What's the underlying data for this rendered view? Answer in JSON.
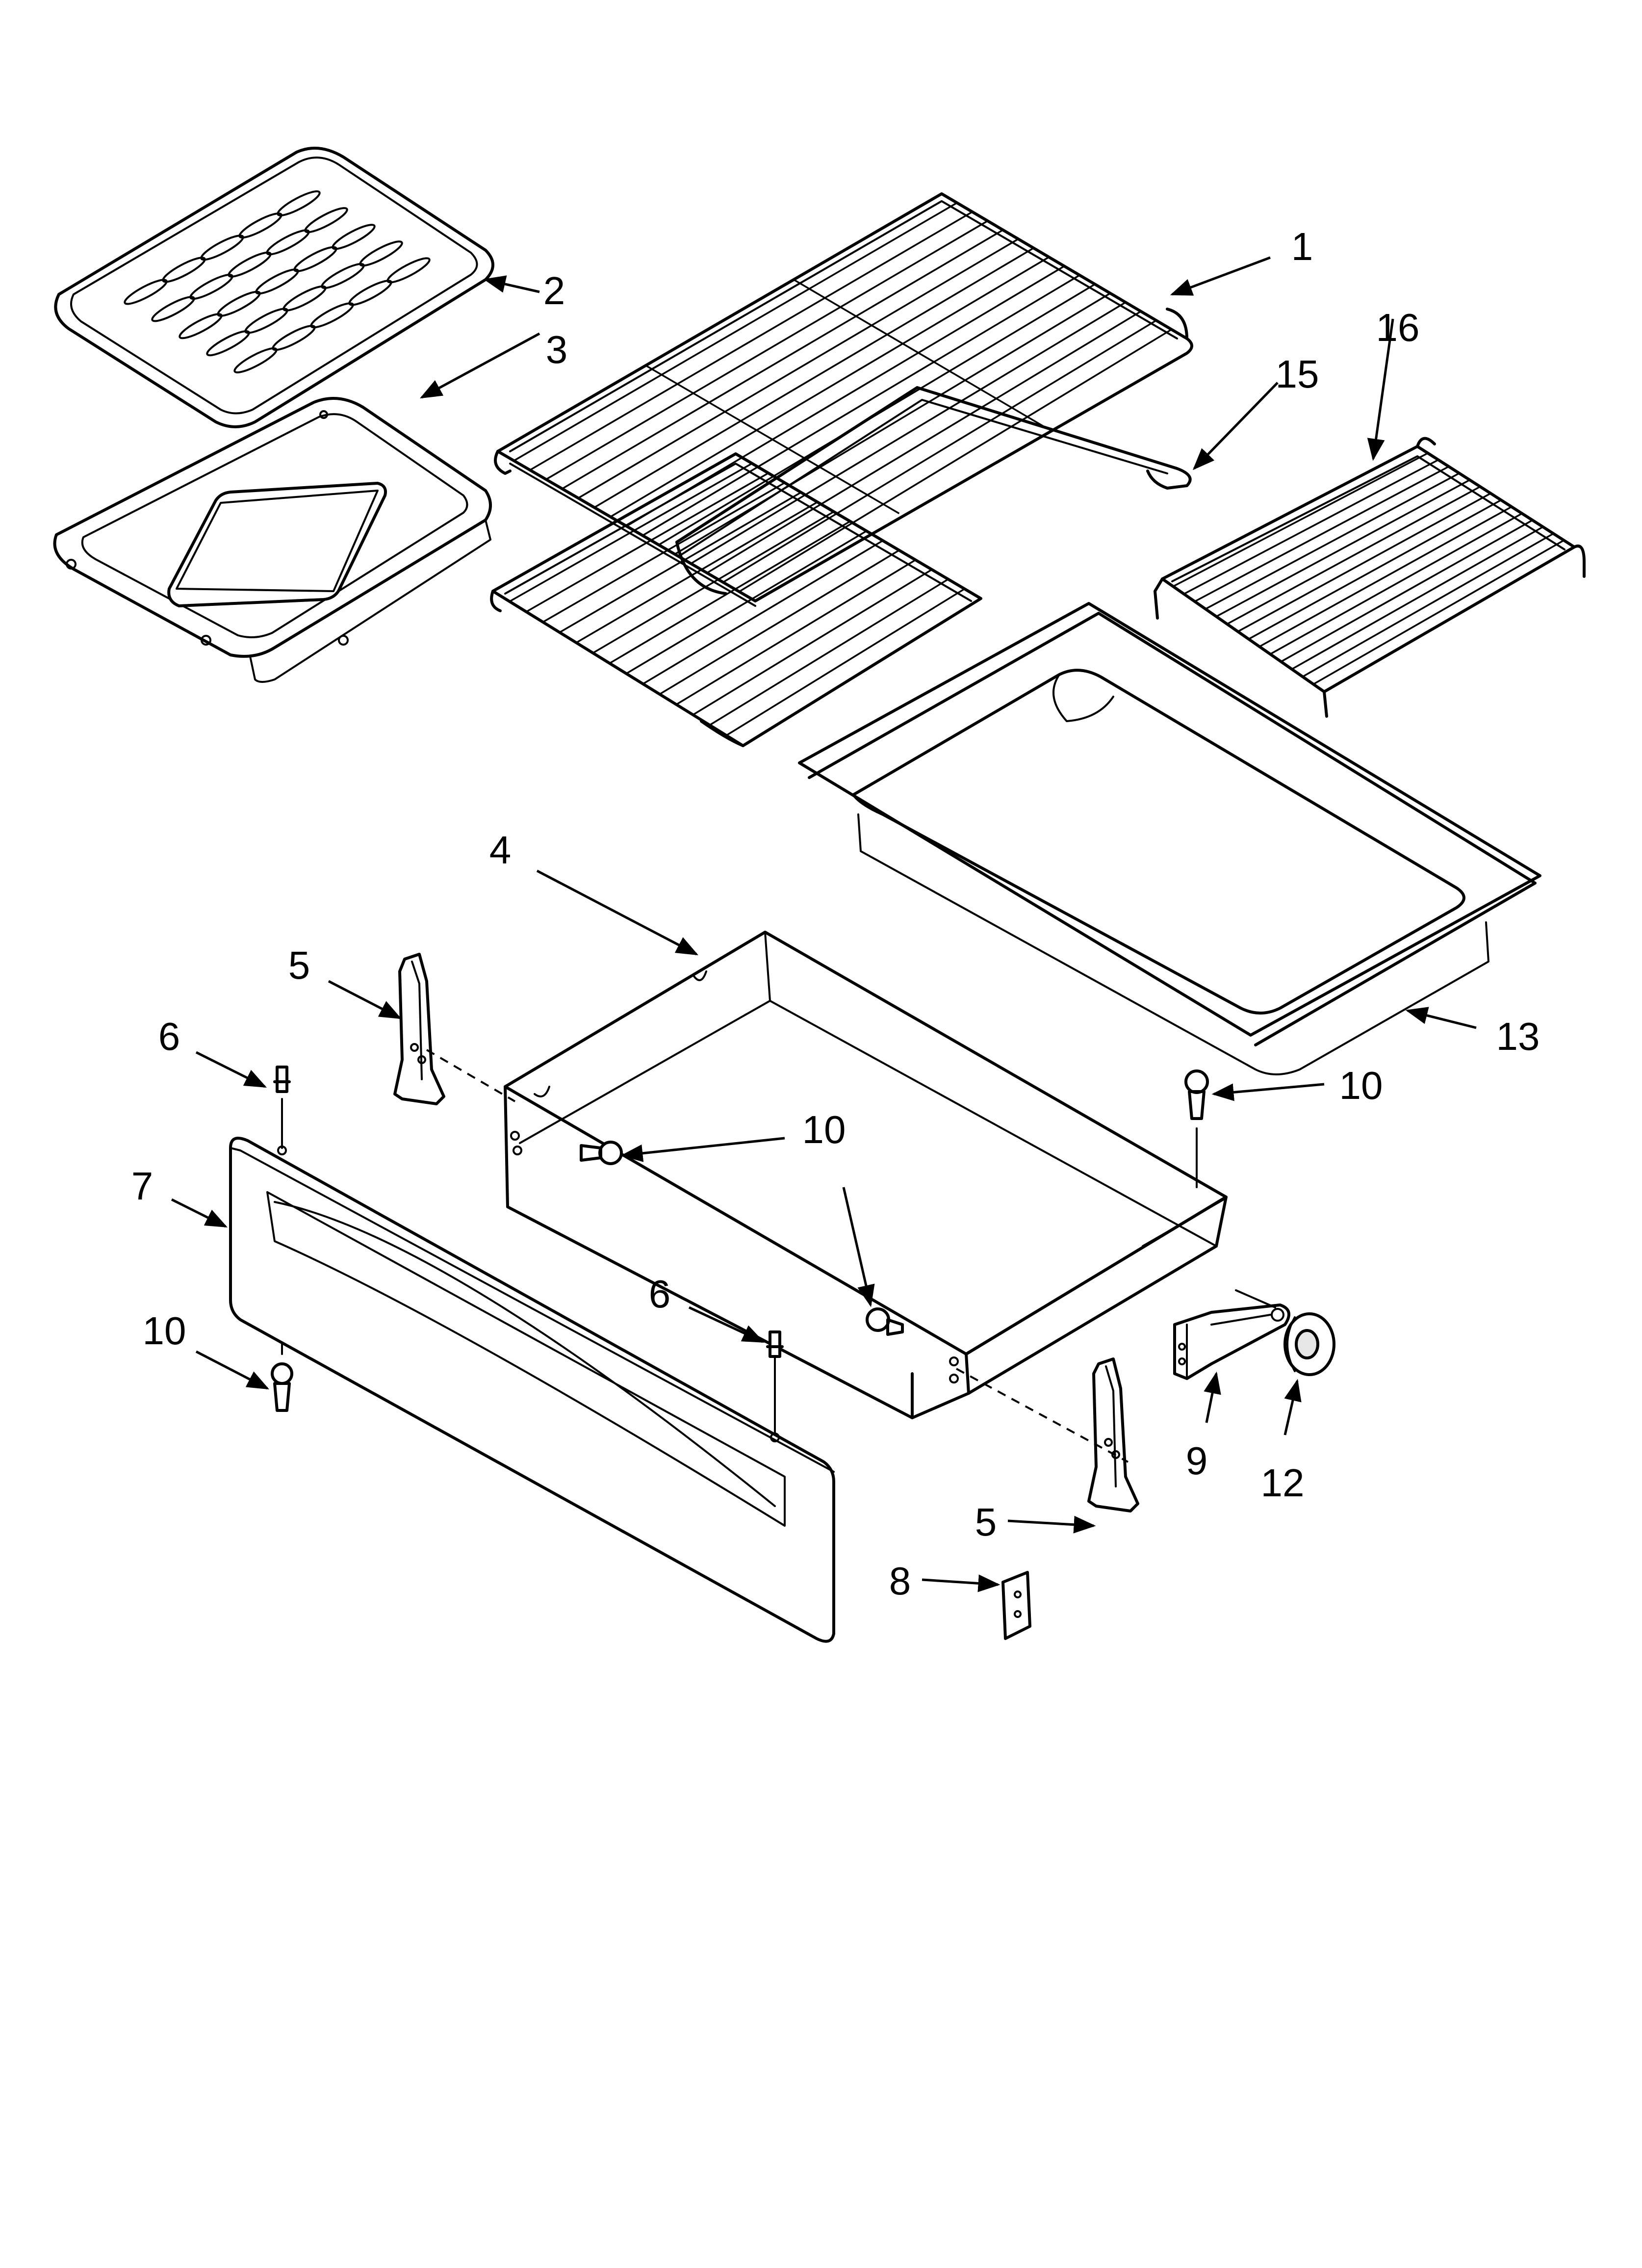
{
  "diagram": {
    "type": "exploded-parts-diagram",
    "callouts": [
      {
        "id": "c1",
        "label": "1"
      },
      {
        "id": "c2",
        "label": "2"
      },
      {
        "id": "c3",
        "label": "3"
      },
      {
        "id": "c4",
        "label": "4"
      },
      {
        "id": "c5a",
        "label": "5"
      },
      {
        "id": "c5b",
        "label": "5"
      },
      {
        "id": "c6a",
        "label": "6"
      },
      {
        "id": "c6b",
        "label": "6"
      },
      {
        "id": "c7",
        "label": "7"
      },
      {
        "id": "c8",
        "label": "8"
      },
      {
        "id": "c9",
        "label": "9"
      },
      {
        "id": "c10a",
        "label": "10"
      },
      {
        "id": "c10b",
        "label": "10"
      },
      {
        "id": "c10c",
        "label": "10"
      },
      {
        "id": "c12",
        "label": "12"
      },
      {
        "id": "c13",
        "label": "13"
      },
      {
        "id": "c15",
        "label": "15"
      },
      {
        "id": "c16",
        "label": "16"
      }
    ]
  }
}
